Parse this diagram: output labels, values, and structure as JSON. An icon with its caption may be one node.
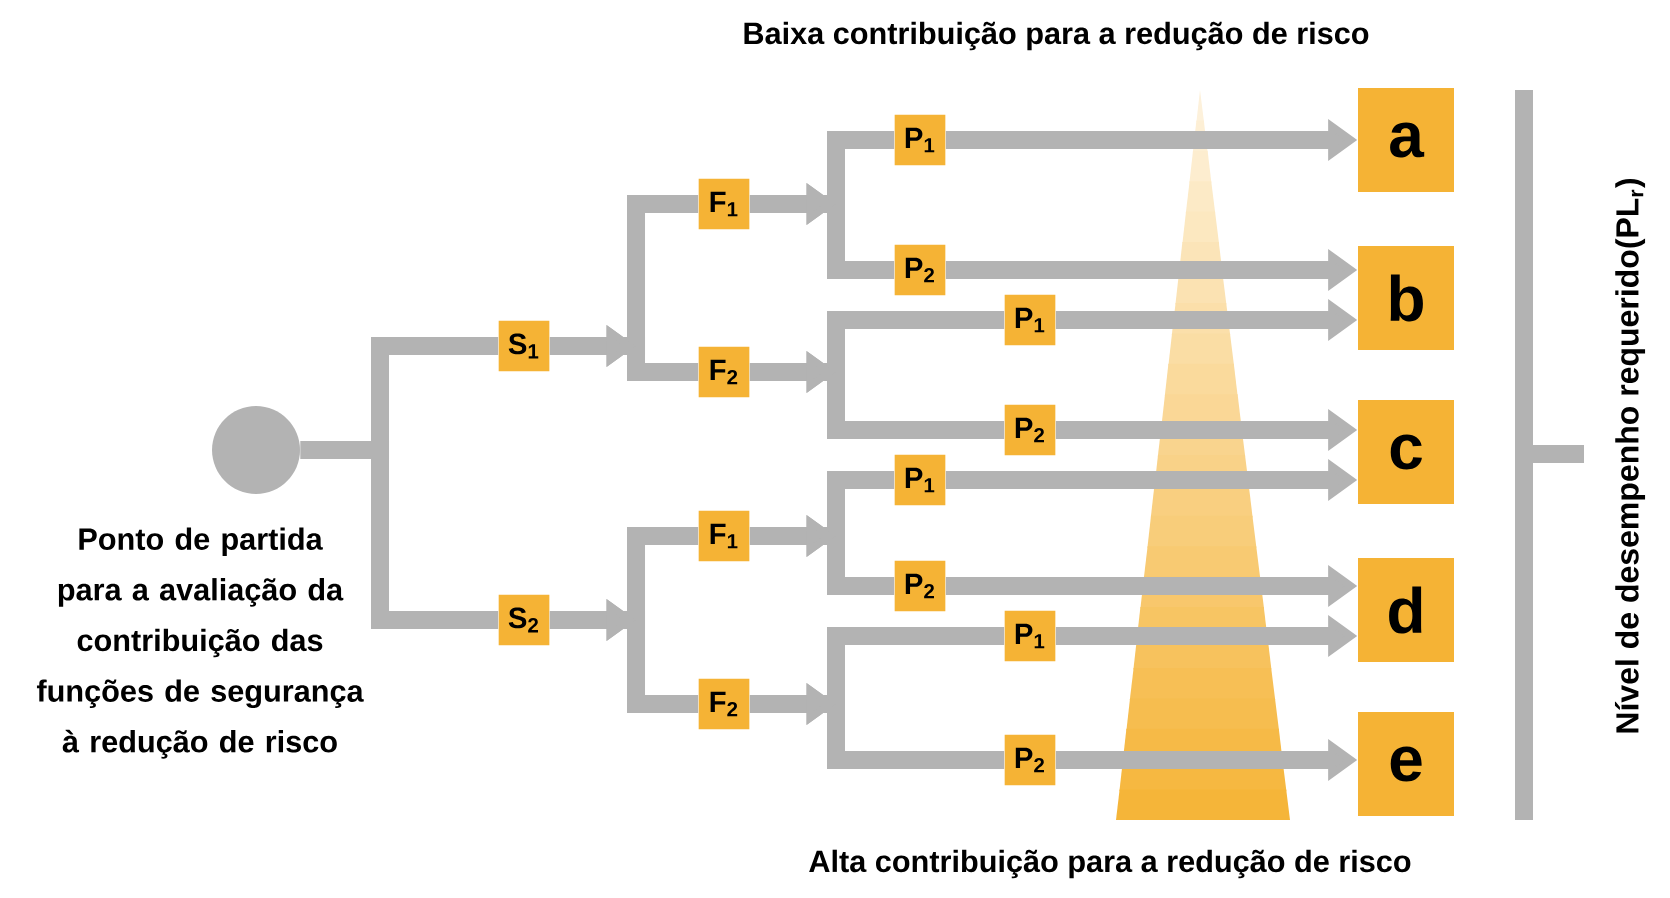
{
  "diagram": {
    "nodes": [
      {
        "text": [],
        "shape": "circle",
        "beside": [
          "Ponto de partida para a avaliação da contribuição das funções de segurança à redução de risco"
        ]
      },
      {
        "text": [
          "S$_{1}$"
        ]
      },
      {
        "text": [
          "S$_{2}$"
        ]
      },
      {
        "text": [
          "F$_{1}$"
        ]
      },
      {
        "text": [
          "F$_{2}$"
        ]
      },
      {
        "text": [
          "F$_{1}$"
        ]
      },
      {
        "text": [
          "F$_{2}$"
        ]
      },
      {
        "text": [
          "P$_{1}$"
        ]
      },
      {
        "text": [
          "P$_{2}$"
        ]
      },
      {
        "text": [
          "P$_{1}$"
        ]
      },
      {
        "text": [
          "P$_{2}$"
        ]
      },
      {
        "text": [
          "P$_{1}$"
        ]
      },
      {
        "text": [
          "P$_{2}$"
        ]
      },
      {
        "text": [
          "P$_{1}$"
        ]
      },
      {
        "text": [
          "P$_{2}$"
        ]
      },
      {
        "text": [
          "a"
        ]
      },
      {
        "text": [
          "b"
        ]
      },
      {
        "text": [
          "c"
        ]
      },
      {
        "text": [
          "d"
        ]
      },
      {
        "text": [
          "e"
        ]
      }
    ],
    "edges": [
      {
        "from": 0,
        "to": 1,
        "arrow": "none"
      },
      {
        "from": 0,
        "to": 2,
        "arrow": "none"
      },
      {
        "from": 1,
        "to": 3,
        "arrow": "to"
      },
      {
        "from": 1,
        "to": 4,
        "arrow": "to"
      },
      {
        "from": 2,
        "to": 5,
        "arrow": "to"
      },
      {
        "from": 2,
        "to": 6,
        "arrow": "to"
      },
      {
        "from": 3,
        "to": 7,
        "arrow": "to"
      },
      {
        "from": 3,
        "to": 8,
        "arrow": "to"
      },
      {
        "from": 4,
        "to": 9,
        "arrow": "to"
      },
      {
        "from": 4,
        "to": 10,
        "arrow": "to"
      },
      {
        "from": 5,
        "to": 11,
        "arrow": "to"
      },
      {
        "from": 5,
        "to": 12,
        "arrow": "to"
      },
      {
        "from": 6,
        "to": 13,
        "arrow": "to"
      },
      {
        "from": 6,
        "to": 14,
        "arrow": "to"
      },
      {
        "from": 7,
        "to": 15,
        "arrow": "to"
      },
      {
        "from": 8,
        "to": 16,
        "arrow": "to"
      },
      {
        "from": 9,
        "to": 16,
        "arrow": "to"
      },
      {
        "from": 10,
        "to": 17,
        "arrow": "to"
      },
      {
        "from": 11,
        "to": 17,
        "arrow": "to"
      },
      {
        "from": 12,
        "to": 18,
        "arrow": "to"
      },
      {
        "from": 13,
        "to": 18,
        "arrow": "to"
      },
      {
        "from": 14,
        "to": 19,
        "arrow": "to"
      }
    ],
    "labels": [
      "Baixa contribuição para a redução de risco",
      "Alta contribuição para a redução de risco",
      "Nível de desempenho requerido(PL$_{r}$)"
    ]
  }
}
